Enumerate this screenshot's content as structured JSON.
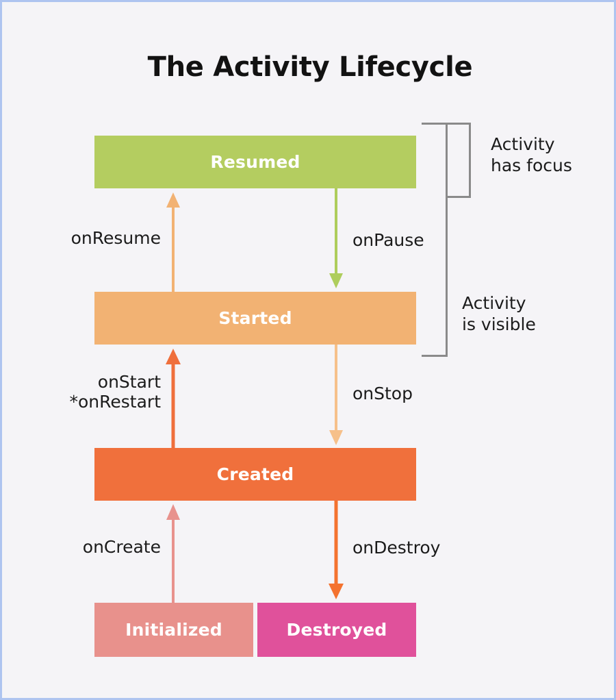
{
  "page": {
    "title": "The Activity Lifecycle",
    "background_color": "#f5f4f7",
    "border_color": "#aec4f0",
    "text_color": "#1b1b1b"
  },
  "diagram": {
    "type": "state-lifecycle-flowchart",
    "states": [
      {
        "id": "resumed",
        "label": "Resumed",
        "color": "#b4cd60",
        "text_color": "#ffffff"
      },
      {
        "id": "started",
        "label": "Started",
        "color": "#f2b273",
        "text_color": "#ffffff"
      },
      {
        "id": "created",
        "label": "Created",
        "color": "#f0703c",
        "text_color": "#ffffff"
      },
      {
        "id": "initialized",
        "label": "Initialized",
        "color": "#e8918c",
        "text_color": "#ffffff"
      },
      {
        "id": "destroyed",
        "label": "Destroyed",
        "color": "#e0519b",
        "text_color": "#ffffff"
      }
    ],
    "transitions": [
      {
        "id": "onresume",
        "label": "onResume",
        "from": "started",
        "to": "resumed",
        "direction": "up",
        "color": "#f2b273"
      },
      {
        "id": "onpause",
        "label": "onPause",
        "from": "resumed",
        "to": "started",
        "direction": "down",
        "color": "#aecd5c"
      },
      {
        "id": "onstart",
        "label": "onStart\n*onRestart",
        "from": "created",
        "to": "started",
        "direction": "up",
        "color": "#ef6f3c"
      },
      {
        "id": "onstop",
        "label": "onStop",
        "from": "started",
        "to": "created",
        "direction": "down",
        "color": "#f6c08a"
      },
      {
        "id": "oncreate",
        "label": "onCreate",
        "from": "initialized",
        "to": "created",
        "direction": "up",
        "color": "#e8928d"
      },
      {
        "id": "ondestroy",
        "label": "onDestroy",
        "from": "created",
        "to": "destroyed",
        "direction": "down",
        "color": "#f4722f"
      }
    ],
    "annotations": [
      {
        "id": "has-focus",
        "label": "Activity\nhas focus",
        "covers": [
          "resumed"
        ],
        "bracket_color": "#8a8a8a"
      },
      {
        "id": "is-visible",
        "label": "Activity\nis visible",
        "covers": [
          "resumed",
          "started"
        ],
        "bracket_color": "#8a8a8a"
      }
    ]
  }
}
